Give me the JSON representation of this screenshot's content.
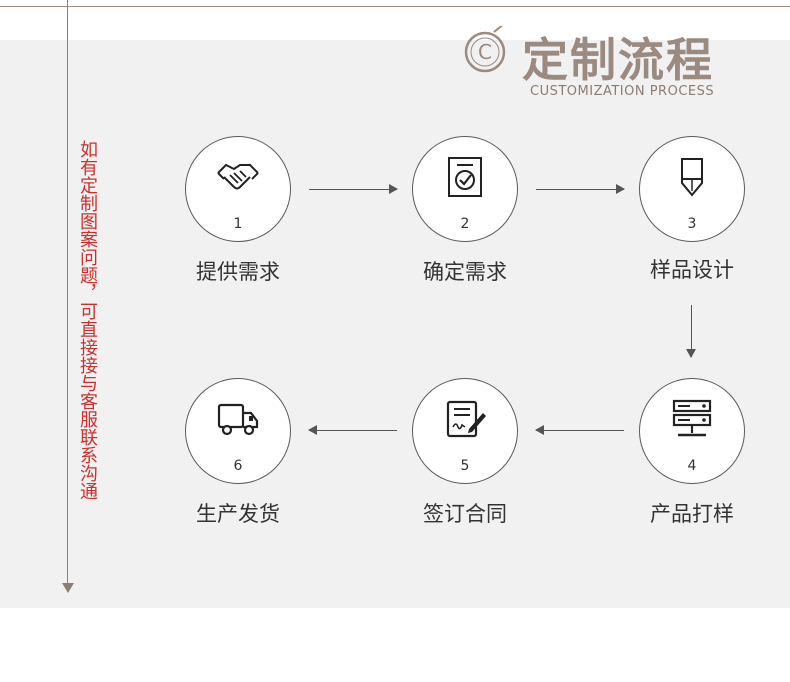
{
  "title": "定制流程",
  "subtitle": "CUSTOMIZATION PROCESS",
  "logo_letter": "C",
  "side_note": "如有定制图案问题，可直接接与客服联系沟通",
  "colors": {
    "accent": "#9a8a80",
    "note": "#c9312f",
    "panel": "#f1f1f1"
  },
  "steps": [
    {
      "number": "1",
      "label": "提供需求",
      "icon": "handshake-icon"
    },
    {
      "number": "2",
      "label": "确定需求",
      "icon": "document-check-icon"
    },
    {
      "number": "3",
      "label": "样品设计",
      "icon": "pen-icon"
    },
    {
      "number": "4",
      "label": "产品打样",
      "icon": "server-icon"
    },
    {
      "number": "5",
      "label": "签订合同",
      "icon": "contract-sign-icon"
    },
    {
      "number": "6",
      "label": "生产发货",
      "icon": "truck-icon"
    }
  ]
}
